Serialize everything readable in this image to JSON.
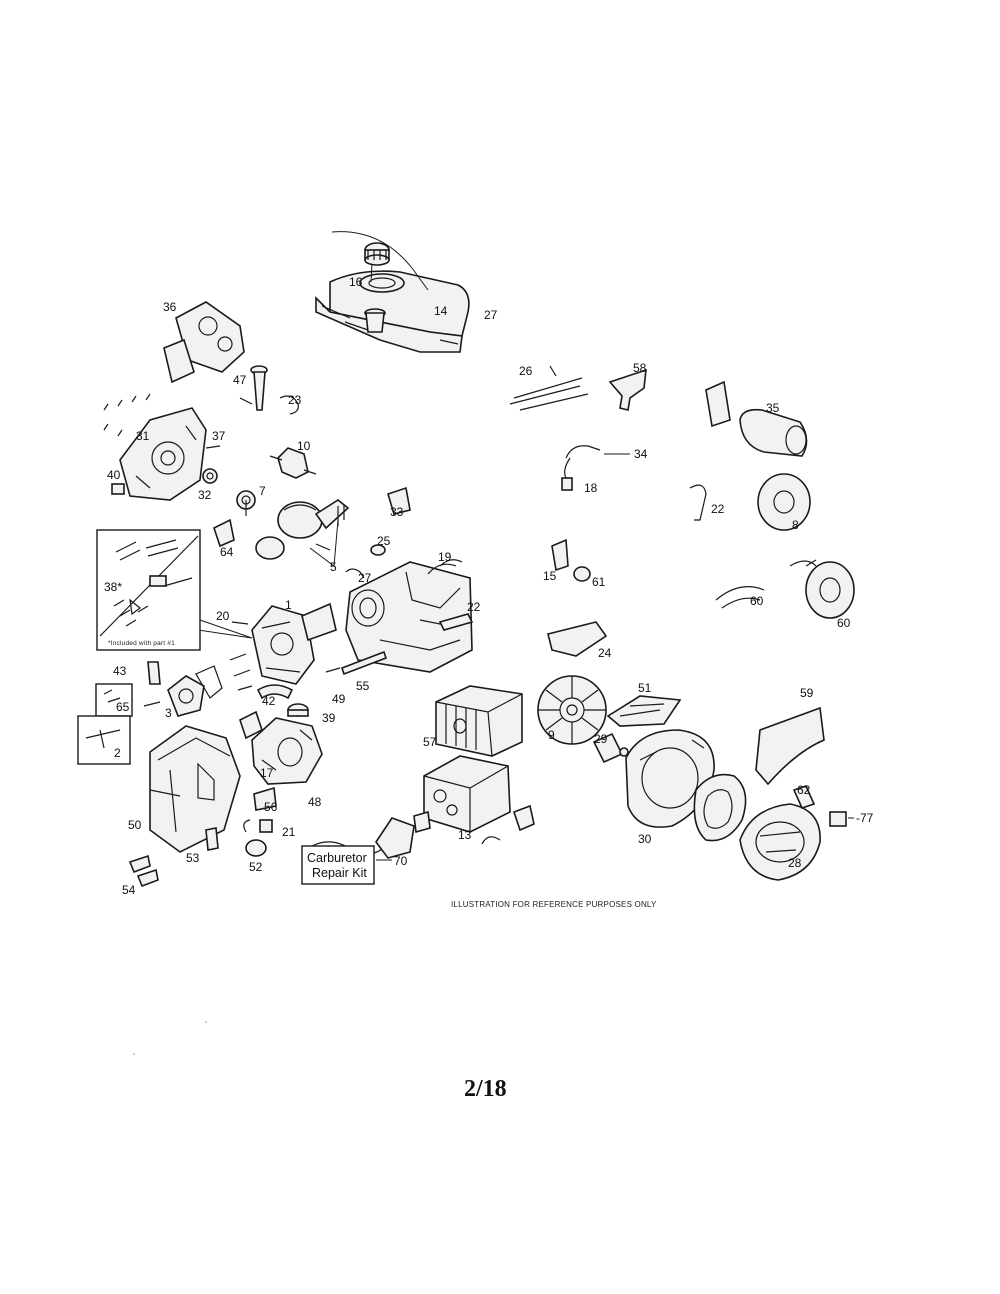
{
  "labels": [
    "16",
    "14",
    "27",
    "36",
    "47",
    "23",
    "26",
    "58",
    "35",
    "31",
    "37",
    "10",
    "34",
    "18",
    "40",
    "32",
    "7",
    "33",
    "22",
    "8",
    "64",
    "5",
    "25",
    "19",
    "15",
    "61",
    "38*",
    "27",
    "20",
    "1",
    "22",
    "60",
    "60",
    "24",
    "43",
    "65",
    "3",
    "42",
    "49",
    "55",
    "51",
    "59",
    "39",
    "57",
    "9",
    "29",
    "2",
    "17",
    "50",
    "56",
    "48",
    "13",
    "30",
    "62",
    "-77",
    "21",
    "53",
    "52",
    "70",
    "28",
    "54"
  ],
  "kit": {
    "line1": "Carburetor",
    "line2": "Repair Kit"
  },
  "inset_note": "*Included with part #1",
  "footer_note": "ILLUSTRATION FOR REFERENCE PURPOSES ONLY",
  "page_number": "2/18"
}
